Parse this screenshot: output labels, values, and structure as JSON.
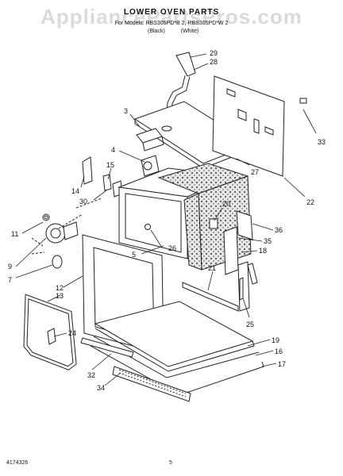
{
  "header": {
    "watermark": "AppliancePartsPros.com",
    "title": "LOWER OVEN PARTS",
    "models": "For Models: RBS305PD*B 2, RBS305PD*W 2",
    "color_black": "(Black)",
    "color_white": "(White)"
  },
  "footer": {
    "doc_number": "4174326",
    "page_number": "5"
  },
  "callouts": [
    "29",
    "28",
    "3",
    "33",
    "4",
    "15",
    "27",
    "14",
    "30",
    "20",
    "22",
    "11",
    "36",
    "9",
    "5",
    "26",
    "35",
    "18",
    "7",
    "12",
    "21",
    "13",
    "25",
    "24",
    "19",
    "16",
    "17",
    "32",
    "34"
  ]
}
